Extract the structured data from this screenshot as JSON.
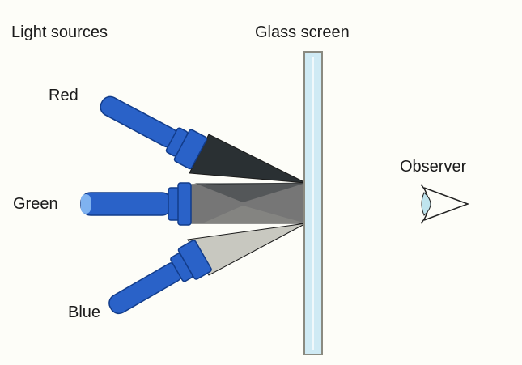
{
  "labels": {
    "light_sources": "Light sources",
    "glass_screen": "Glass screen",
    "observer": "Observer"
  },
  "sources": [
    {
      "label": "Red",
      "beam_color": "#2a3033"
    },
    {
      "label": "Green",
      "beam_color": "#6b6b6b"
    },
    {
      "label": "Blue",
      "beam_color": "#c8c8c0"
    }
  ],
  "colors": {
    "torch_body": "#2a62c8",
    "torch_outline": "#123c8a",
    "glass": "#cfeaf4",
    "glass_edge": "#8a8a80",
    "eye_iris": "#bfe4ee"
  },
  "icons": {
    "observer": "eye-icon",
    "source": "flashlight-icon"
  }
}
